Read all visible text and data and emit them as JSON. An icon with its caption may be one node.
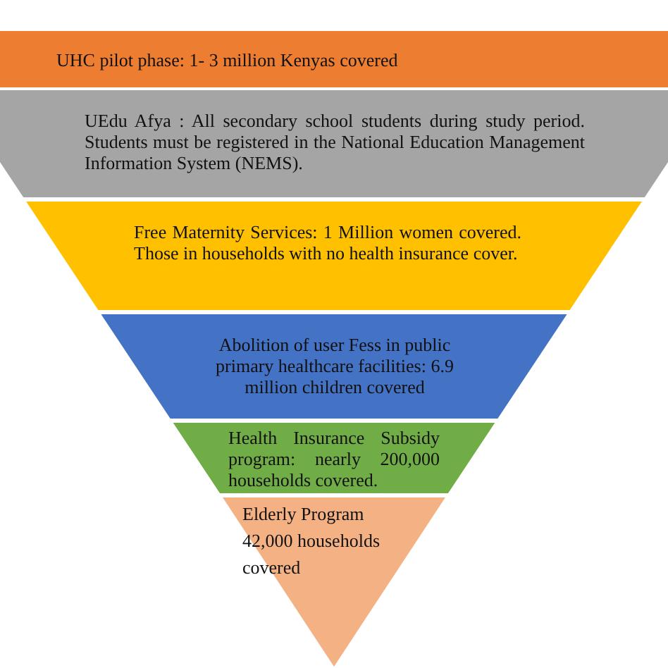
{
  "diagram": {
    "nodes": [
      {
        "text": [
          "UHC  pilot phase: 1- 3 million Kenyas covered"
        ]
      },
      {
        "text": [
          "UEdu Afya : All secondary school students during study period. Students must be registered in the  National Education Management Information System (NEMS)."
        ]
      },
      {
        "text": [
          "Free Maternity Services: 1 Million women covered. Those in households with no health insurance cover."
        ]
      },
      {
        "text": [
          "Abolition of user Fess in public primary healthcare facilities: 6.9 million children covered"
        ]
      },
      {
        "text": [
          "Health Insurance Subsidy program: nearly 200,000 households covered."
        ]
      },
      {
        "text": [
          "Elderly Program 42,000 households covered"
        ]
      }
    ]
  }
}
